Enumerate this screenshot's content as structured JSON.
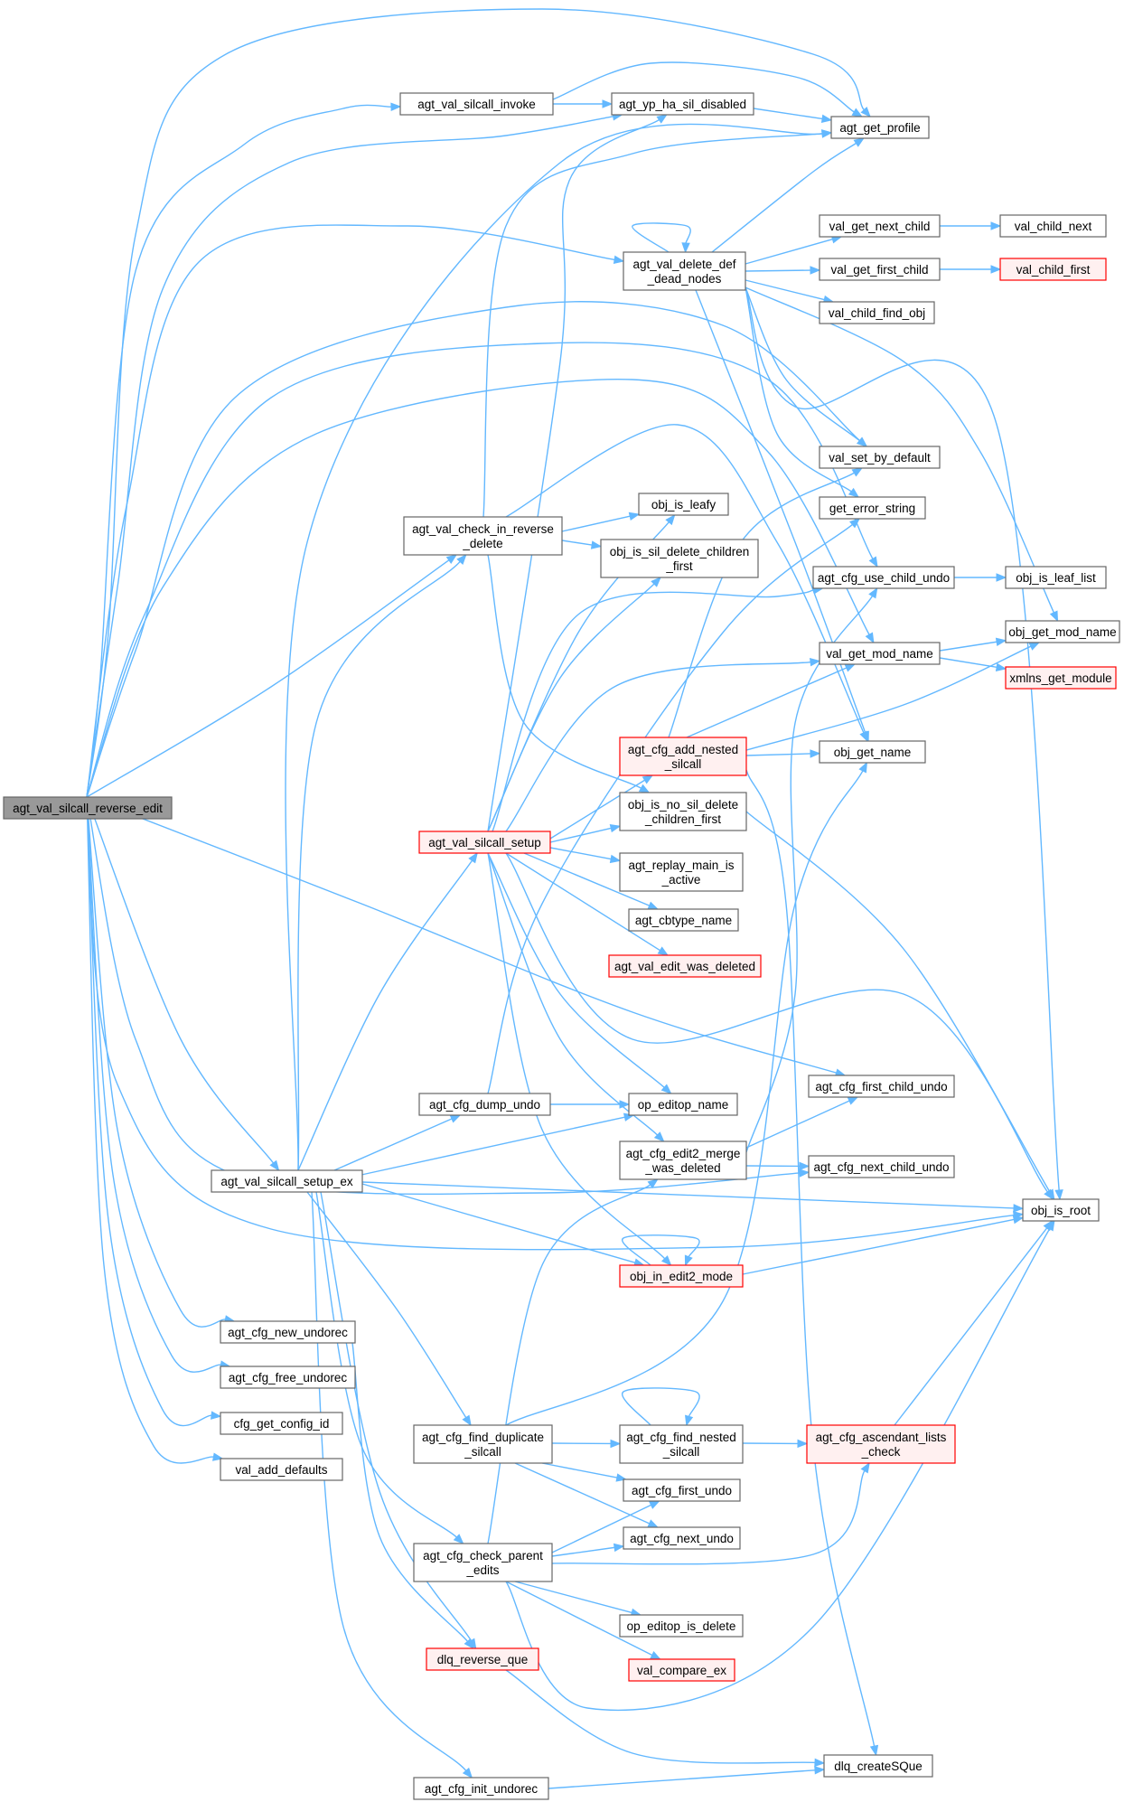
{
  "colors": {
    "edge": "#63b8ff",
    "node_fill": "#ffffff",
    "node_border": "#666666",
    "root_fill": "#999999",
    "root_border": "#666666",
    "incomplete_border": "#ff0000",
    "incomplete_fill": "#fff0f0",
    "text": "#000000"
  },
  "nodes": [
    {
      "id": "root",
      "lines": [
        "agt_val_silcall_reverse_edit"
      ],
      "style": "root"
    },
    {
      "id": "invoke",
      "lines": [
        "agt_val_silcall_invoke"
      ]
    },
    {
      "id": "sildis",
      "lines": [
        "agt_yp_ha_sil_disabled"
      ]
    },
    {
      "id": "profile",
      "lines": [
        "agt_get_profile"
      ]
    },
    {
      "id": "deldef",
      "lines": [
        "agt_val_delete_def",
        "_dead_nodes"
      ]
    },
    {
      "id": "nextchild",
      "lines": [
        "val_get_next_child"
      ]
    },
    {
      "id": "childnext",
      "lines": [
        "val_child_next"
      ]
    },
    {
      "id": "firstchild",
      "lines": [
        "val_get_first_child"
      ]
    },
    {
      "id": "childfirst",
      "lines": [
        "val_child_first"
      ],
      "style": "incomplete"
    },
    {
      "id": "childfind",
      "lines": [
        "val_child_find_obj"
      ]
    },
    {
      "id": "setdef",
      "lines": [
        "val_set_by_default"
      ]
    },
    {
      "id": "errstr",
      "lines": [
        "get_error_string"
      ]
    },
    {
      "id": "checkrev",
      "lines": [
        "agt_val_check_in_reverse",
        "_delete"
      ]
    },
    {
      "id": "leafy",
      "lines": [
        "obj_is_leafy"
      ]
    },
    {
      "id": "silfirst",
      "lines": [
        "obj_is_sil_delete_children",
        "_first"
      ]
    },
    {
      "id": "usechild",
      "lines": [
        "agt_cfg_use_child_undo"
      ]
    },
    {
      "id": "leaflist",
      "lines": [
        "obj_is_leaf_list"
      ]
    },
    {
      "id": "valmod",
      "lines": [
        "val_get_mod_name"
      ]
    },
    {
      "id": "objmod",
      "lines": [
        "obj_get_mod_name"
      ]
    },
    {
      "id": "xmlns",
      "lines": [
        "xmlns_get_module"
      ],
      "style": "incomplete"
    },
    {
      "id": "addnested",
      "lines": [
        "agt_cfg_add_nested",
        "_silcall"
      ],
      "style": "incomplete"
    },
    {
      "id": "objname",
      "lines": [
        "obj_get_name"
      ]
    },
    {
      "id": "nosil",
      "lines": [
        "obj_is_no_sil_delete",
        "_children_first"
      ]
    },
    {
      "id": "setup",
      "lines": [
        "agt_val_silcall_setup"
      ],
      "style": "incomplete"
    },
    {
      "id": "replay",
      "lines": [
        "agt_replay_main_is",
        "_active"
      ]
    },
    {
      "id": "cbtype",
      "lines": [
        "agt_cbtype_name"
      ]
    },
    {
      "id": "wasdel",
      "lines": [
        "agt_val_edit_was_deleted"
      ],
      "style": "incomplete"
    },
    {
      "id": "firstchildundo",
      "lines": [
        "agt_cfg_first_child_undo"
      ]
    },
    {
      "id": "dumpundo",
      "lines": [
        "agt_cfg_dump_undo"
      ]
    },
    {
      "id": "opname",
      "lines": [
        "op_editop_name"
      ]
    },
    {
      "id": "merge",
      "lines": [
        "agt_cfg_edit2_merge",
        "_was_deleted"
      ]
    },
    {
      "id": "nextchildundo",
      "lines": [
        "agt_cfg_next_child_undo"
      ]
    },
    {
      "id": "setupex",
      "lines": [
        "agt_val_silcall_setup_ex"
      ]
    },
    {
      "id": "isroot",
      "lines": [
        "obj_is_root"
      ]
    },
    {
      "id": "edit2",
      "lines": [
        "obj_in_edit2_mode"
      ],
      "style": "incomplete"
    },
    {
      "id": "newundo",
      "lines": [
        "agt_cfg_new_undorec"
      ]
    },
    {
      "id": "freeundo",
      "lines": [
        "agt_cfg_free_undorec"
      ]
    },
    {
      "id": "cfgid",
      "lines": [
        "cfg_get_config_id"
      ]
    },
    {
      "id": "adddef",
      "lines": [
        "val_add_defaults"
      ]
    },
    {
      "id": "finddup",
      "lines": [
        "agt_cfg_find_duplicate",
        "_silcall"
      ]
    },
    {
      "id": "findnested",
      "lines": [
        "agt_cfg_find_nested",
        "_silcall"
      ]
    },
    {
      "id": "asclists",
      "lines": [
        "agt_cfg_ascendant_lists",
        "_check"
      ],
      "style": "incomplete"
    },
    {
      "id": "firstundo",
      "lines": [
        "agt_cfg_first_undo"
      ]
    },
    {
      "id": "nextundo",
      "lines": [
        "agt_cfg_next_undo"
      ]
    },
    {
      "id": "checkparent",
      "lines": [
        "agt_cfg_check_parent",
        "_edits"
      ]
    },
    {
      "id": "isdelete",
      "lines": [
        "op_editop_is_delete"
      ]
    },
    {
      "id": "compare",
      "lines": [
        "val_compare_ex"
      ],
      "style": "incomplete"
    },
    {
      "id": "revque",
      "lines": [
        "dlq_reverse_que"
      ],
      "style": "incomplete"
    },
    {
      "id": "createsque",
      "lines": [
        "dlq_createSQue"
      ]
    },
    {
      "id": "initundo",
      "lines": [
        "agt_cfg_init_undorec"
      ]
    }
  ]
}
